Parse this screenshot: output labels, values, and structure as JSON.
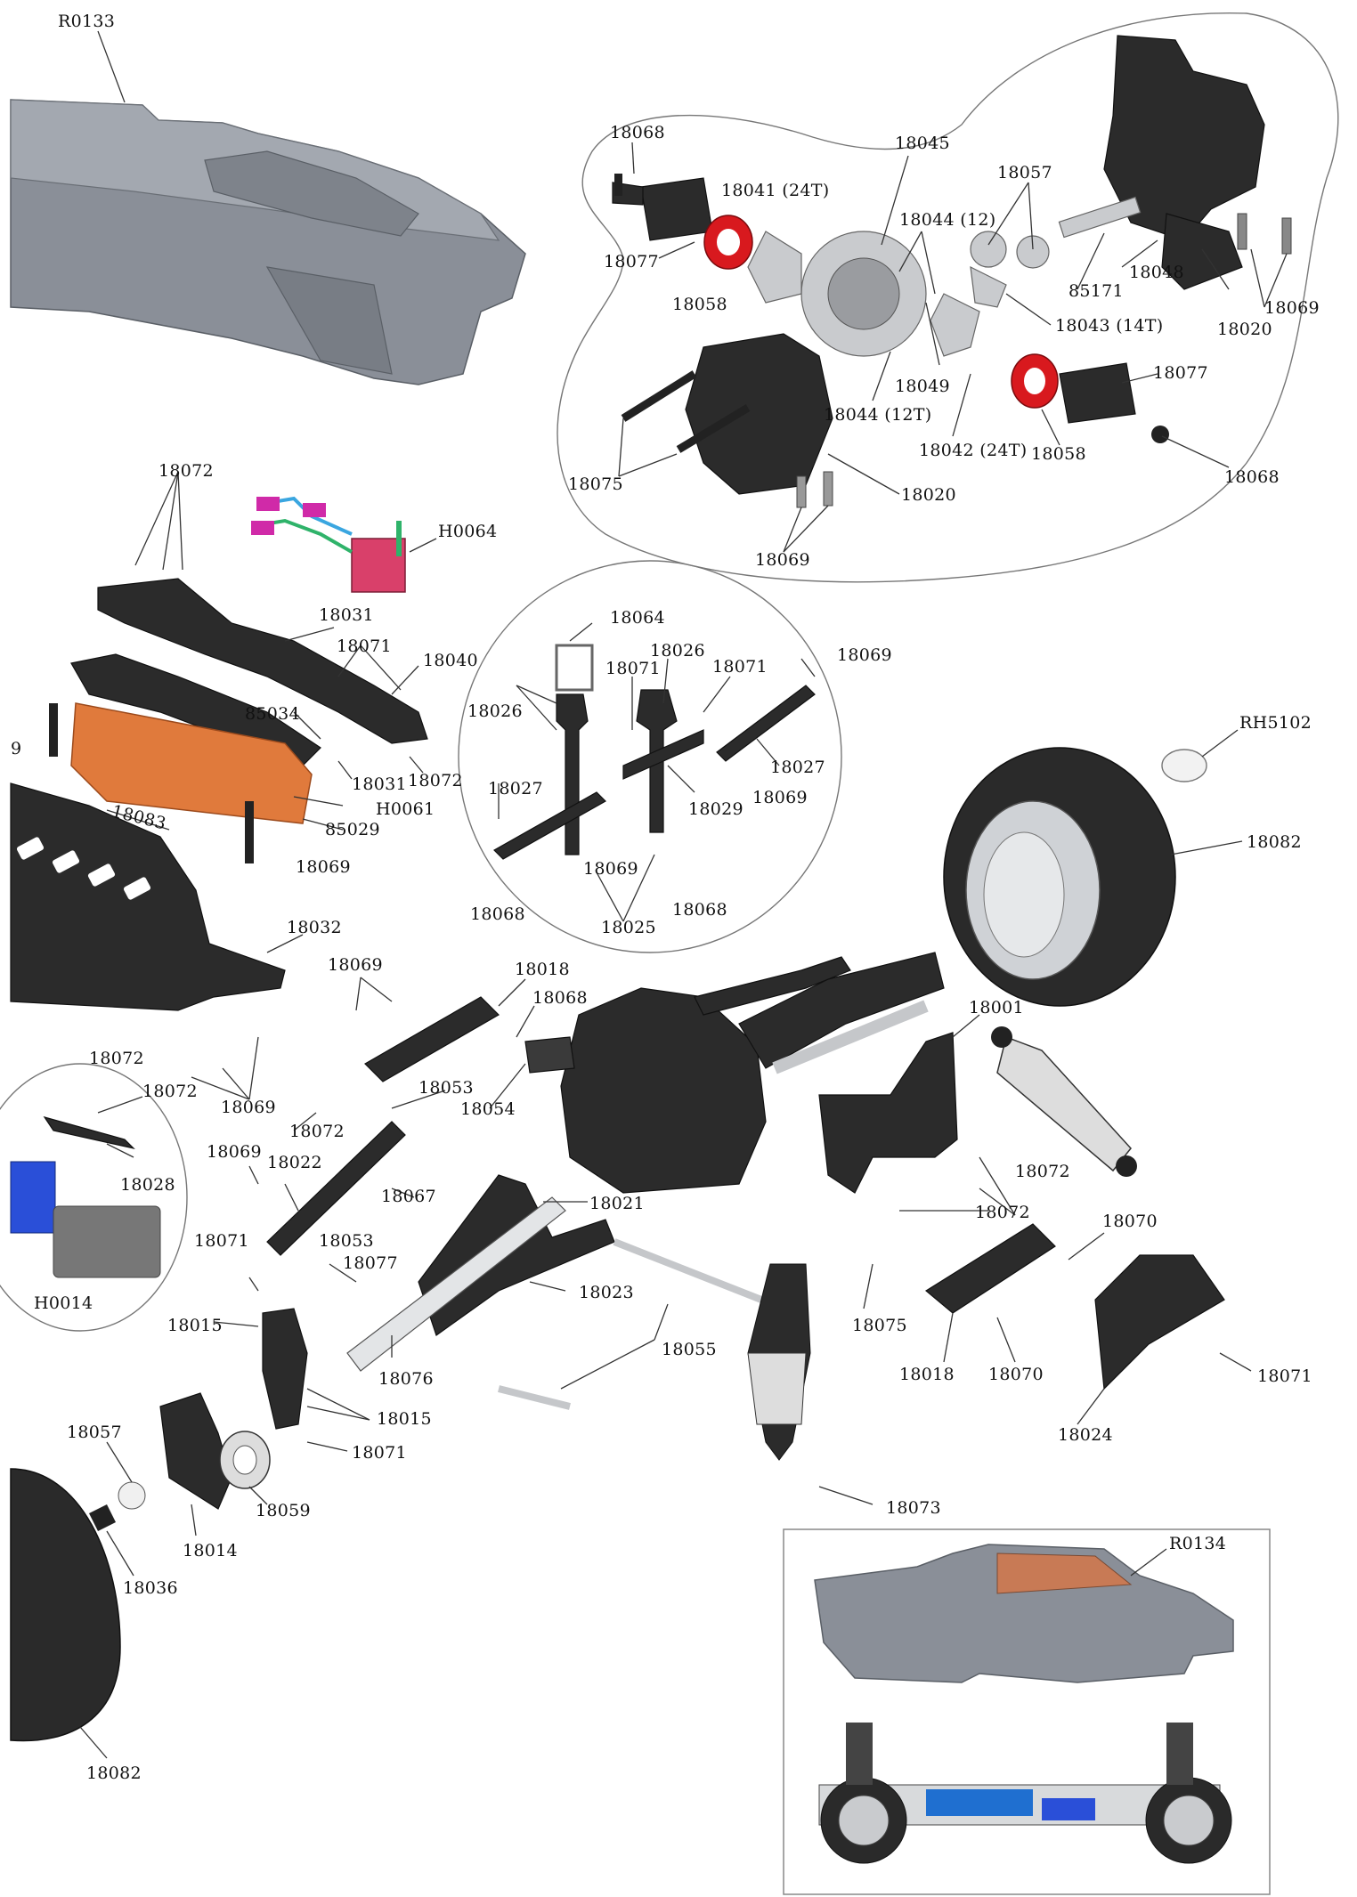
{
  "labels": {
    "r0133": "R0133",
    "r0134": "R0134",
    "h0064": "H0064",
    "h0061": "H0061",
    "h0014": "H0014",
    "rh5102": "RH5102",
    "p18068_a": "18068",
    "p18045": "18045",
    "p18041": "18041 (24T)",
    "p18057_a": "18057",
    "p18044_12": "18044 (12)",
    "p18077_a": "18077",
    "p18058_a": "18058",
    "p85171": "85171",
    "p18048": "18048",
    "p18069_a": "18069",
    "p18020_a": "18020",
    "p18043": "18043 (14T)",
    "p18049": "18049",
    "p18077_b": "18077",
    "p18044_12t": "18044 (12T)",
    "p18075_a": "18075",
    "p18042": "18042 (24T)",
    "p18058_b": "18058",
    "p18068_b": "18068",
    "p18020_b": "18020",
    "p18069_b": "18069",
    "p18072_a": "18072",
    "p18031_a": "18031",
    "p18071_a": "18071",
    "p18040": "18040",
    "p85034": "85034",
    "p18031_b": "18031",
    "p18072_b": "18072",
    "p85029": "85029",
    "p18083": "18083",
    "p18069_c": "18069",
    "p18032": "18032",
    "p9": "9",
    "p18064": "18064",
    "p18026_a": "18026",
    "p18071_b": "18071",
    "p18071_c": "18071",
    "p18069_d": "18069",
    "p18026_b": "18026",
    "p18027_a": "18027",
    "p18027_b": "18027",
    "p18029": "18029",
    "p18069_e": "18069",
    "p18069_f": "18069",
    "p18068_c": "18068",
    "p18025": "18025",
    "p18068_d": "18068",
    "p18082_a": "18082",
    "p18001": "18001",
    "p18069_g": "18069",
    "p18018_a": "18018",
    "p18068_e": "18068",
    "p18053_a": "18053",
    "p18054": "18054",
    "p18072_c": "18072",
    "p18072_d": "18072",
    "p18069_h": "18069",
    "p18072_e": "18072",
    "p18028": "18028",
    "p18069_i": "18069",
    "p18022": "18022",
    "p18067": "18067",
    "p18021": "18021",
    "p18072_f": "18072",
    "p18072_g": "18072",
    "p18070_a": "18070",
    "p18071_d": "18071",
    "p18053_b": "18053",
    "p18077_c": "18077",
    "p18023": "18023",
    "p18075_b": "18075",
    "p18015_a": "18015",
    "p18055": "18055",
    "p18018_b": "18018",
    "p18070_b": "18070",
    "p18071_e": "18071",
    "p18076": "18076",
    "p18015_b": "18015",
    "p18071_f": "18071",
    "p18024": "18024",
    "p18057_b": "18057",
    "p18059": "18059",
    "p18014": "18014",
    "p18036": "18036",
    "p18073": "18073",
    "p18082_b": "18082"
  },
  "colors": {
    "ink": "#111111",
    "parts": "#2b2b2b",
    "body_gray": "#8a8f98",
    "metal": "#c9cbce",
    "accent_red": "#d8191e",
    "battery_orange": "#e07a3c",
    "motor_blue": "#1f6fd0",
    "esc_blue": "#2a4fd8"
  }
}
